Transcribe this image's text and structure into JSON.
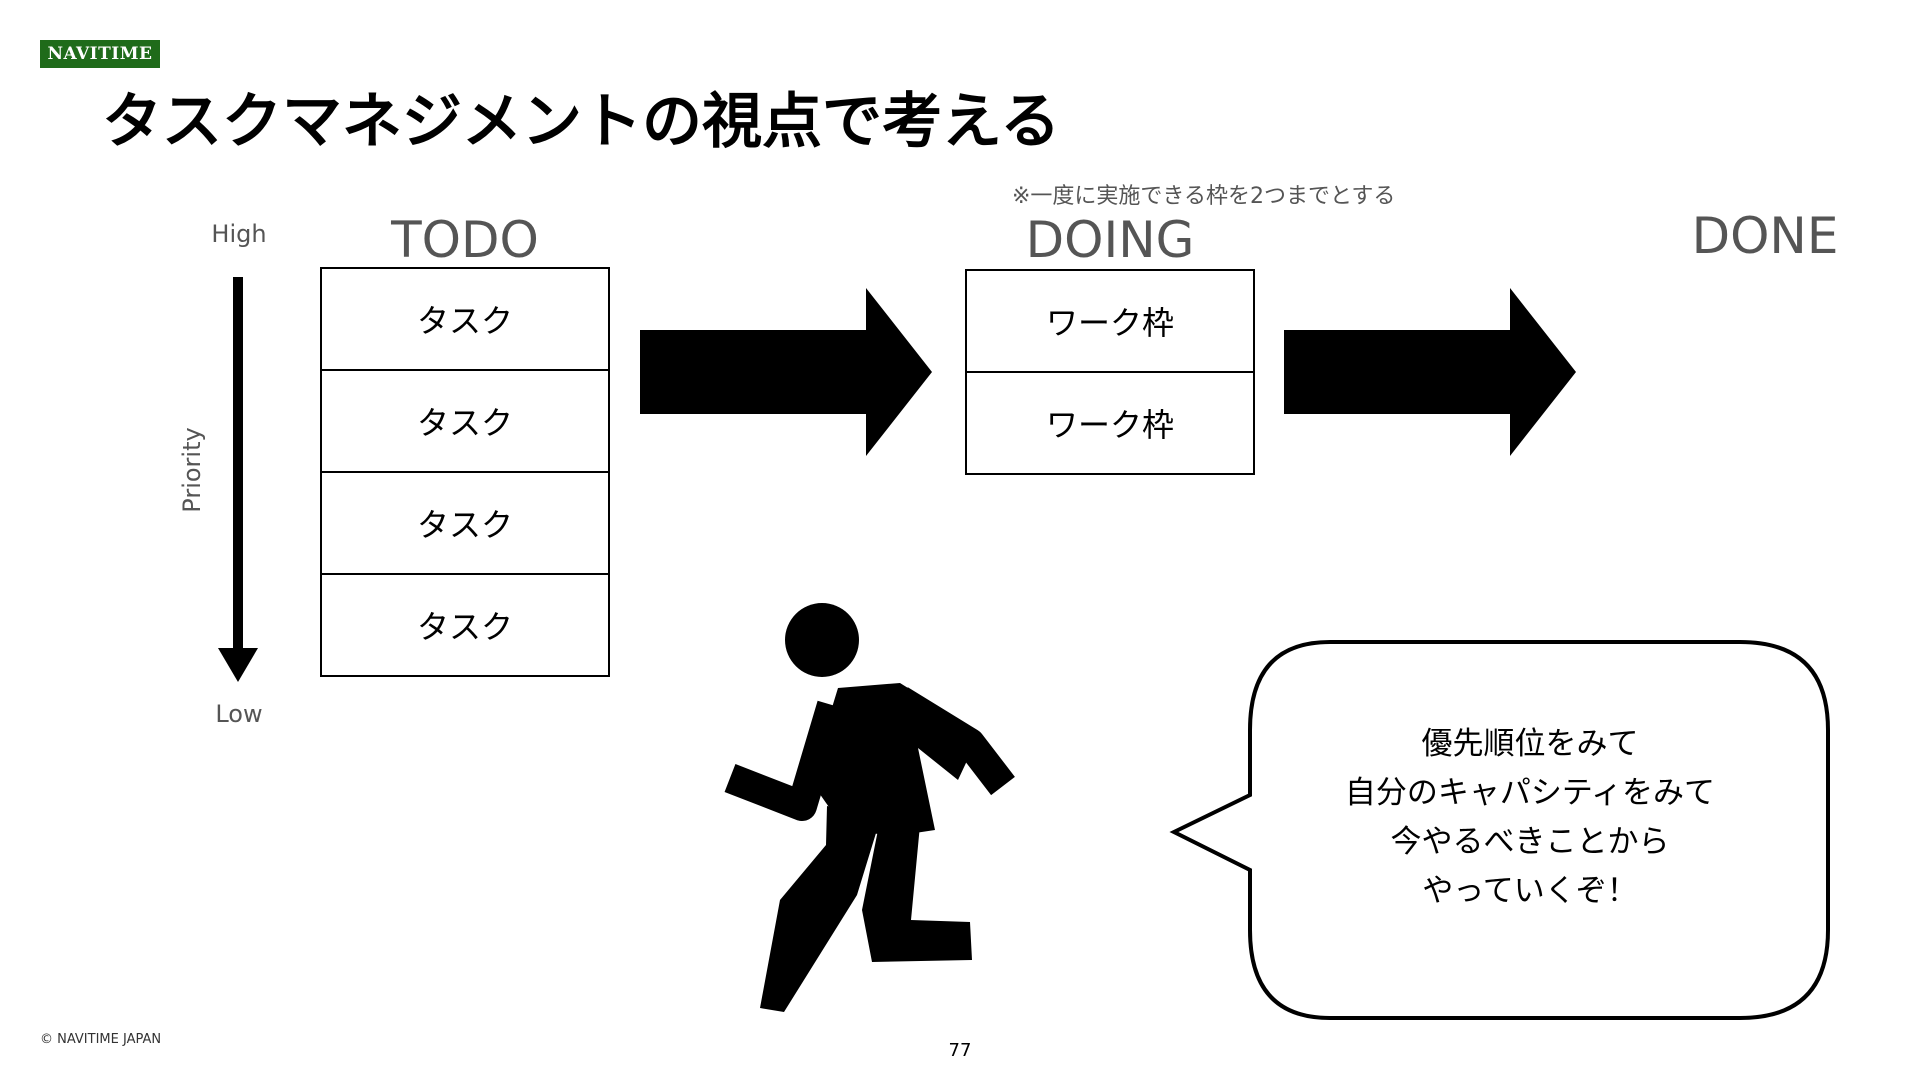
{
  "logo": "NAVITIME",
  "title": "タスクマネジメントの視点で考える",
  "note": "※一度に実施できる枠を2つまでとする",
  "columns": {
    "todo": "TODO",
    "doing": "DOING",
    "done": "DONE"
  },
  "priority": {
    "high": "High",
    "low": "Low",
    "label": "Priority"
  },
  "todo_items": [
    "タスク",
    "タスク",
    "タスク",
    "タスク"
  ],
  "doing_items": [
    "ワーク枠",
    "ワーク枠"
  ],
  "speech": [
    "優先順位をみて",
    "自分のキャパシティをみて",
    "今やるべきことから",
    "やっていくぞ！"
  ],
  "footer": "© NAVITIME JAPAN",
  "page_number": "77",
  "colors": {
    "brand": "#1f6b1a"
  }
}
